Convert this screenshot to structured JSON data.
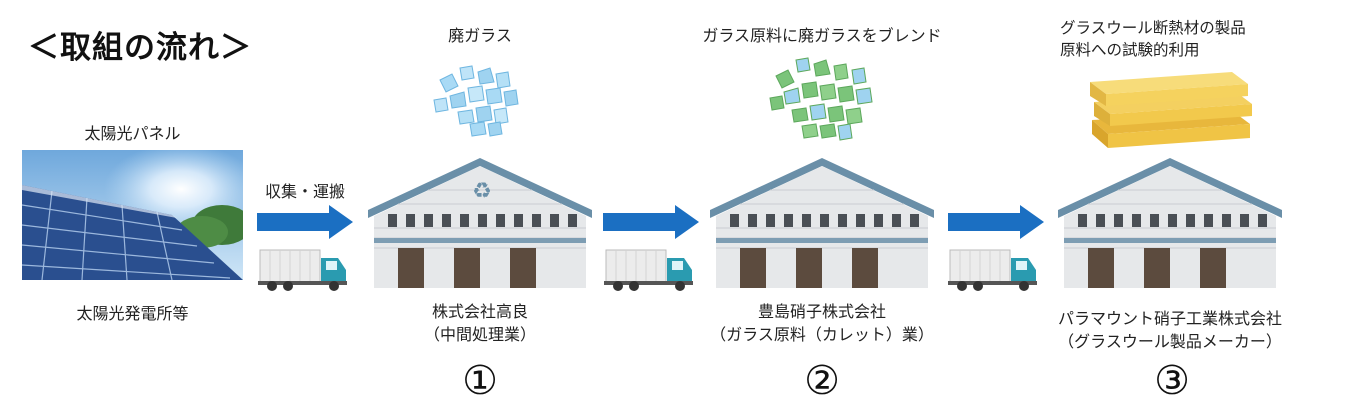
{
  "title": "＜取組の流れ＞",
  "source": {
    "top_label": "太陽光パネル",
    "bottom_label": "太陽光発電所等"
  },
  "transport_label": "収集・運搬",
  "steps": [
    {
      "top_label": "廃ガラス",
      "company": "株式会社高良",
      "role": "（中間処理業）",
      "number": "①"
    },
    {
      "top_label": "ガラス原料に廃ガラスをブレンド",
      "company": "豊島硝子株式会社",
      "role": "（ガラス原料（カレット）業）",
      "number": "②"
    },
    {
      "top_label_line1": "グラスウール断熱材の製品",
      "top_label_line2": "原料への試験的利用",
      "company": "パラマウント硝子工業株式会社",
      "role": "（グラスウール製品メーカー）",
      "number": "③"
    }
  ],
  "colors": {
    "arrow": "#1b6fc2",
    "warehouse_roof": "#6a8fa8",
    "warehouse_wall": "#e6e8ea",
    "truck_cab": "#2a9bb0",
    "glass_blue": "#9fd3f0",
    "glass_green": "#7bc47a",
    "glasswool": "#f2c94c"
  },
  "icons": [
    "recycle-icon",
    "arrow-right-icon",
    "truck-icon",
    "warehouse-icon",
    "solar-panel-image",
    "glass-pieces-image",
    "glasswool-image"
  ]
}
